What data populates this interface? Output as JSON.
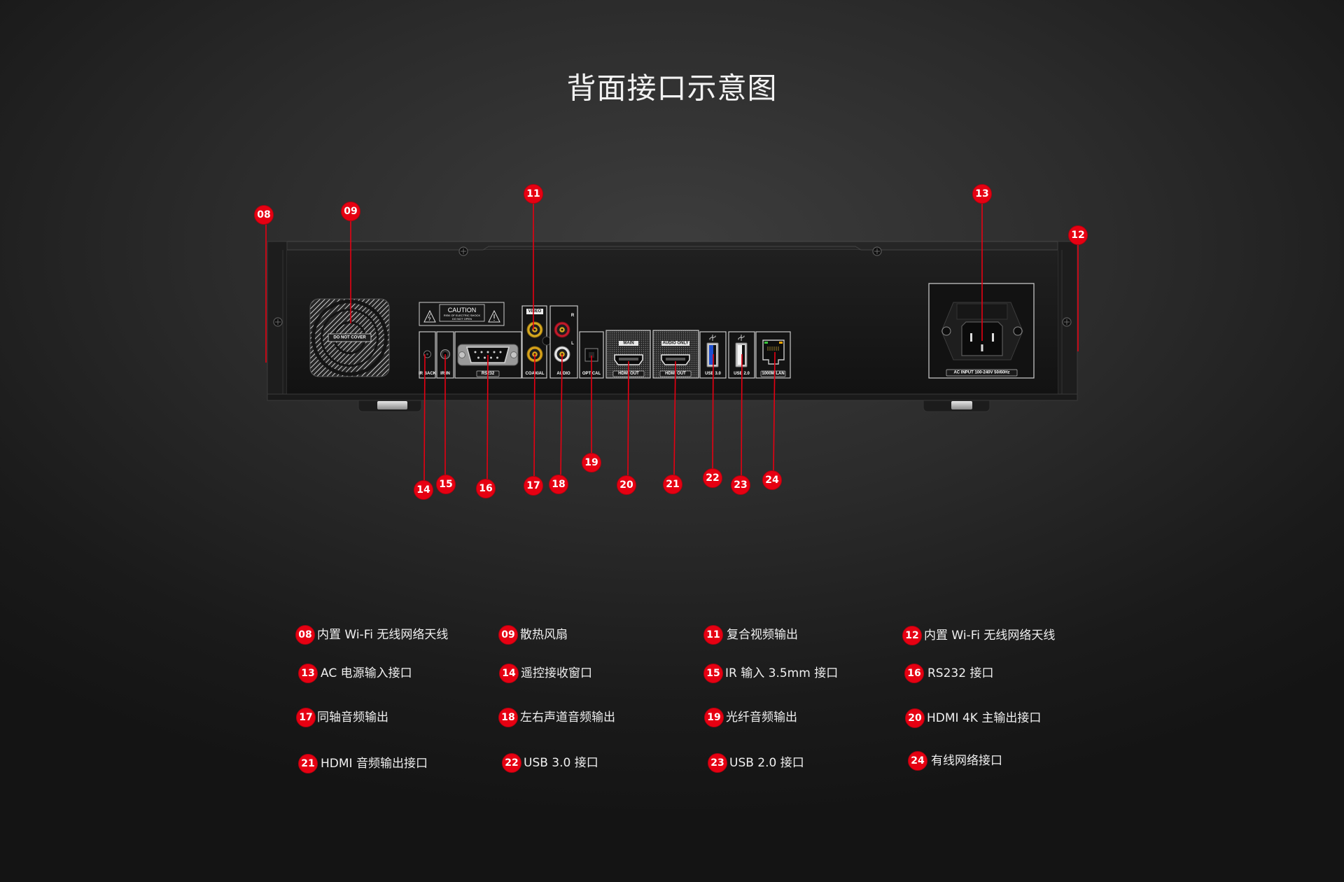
{
  "title": "背面接口示意图",
  "colors": {
    "accent": "#e60012",
    "background": "#2b2b2b",
    "text": "#f2f2f2",
    "video_rca": "#d7a91f",
    "audio_right": "#c21a2a",
    "audio_left": "#e6e6e6",
    "usb3_insert": "#1d4fd0"
  },
  "components": [
    {
      "num": "08",
      "label": "内置 Wi-Fi 无线网络天线"
    },
    {
      "num": "09",
      "label": "散热风扇"
    },
    {
      "num": "11",
      "label": "复合视频输出"
    },
    {
      "num": "12",
      "label": "内置 Wi-Fi 无线网络天线"
    },
    {
      "num": "13",
      "label": "AC 电源输入接口"
    },
    {
      "num": "14",
      "label": "遥控接收窗口"
    },
    {
      "num": "15",
      "label": "IR 输入 3.5mm 接口"
    },
    {
      "num": "16",
      "label": "RS232 接口"
    },
    {
      "num": "17",
      "label": "同轴音频输出"
    },
    {
      "num": "18",
      "label": "左右声道音频输出"
    },
    {
      "num": "19",
      "label": "光纤音频输出"
    },
    {
      "num": "20",
      "label": "HDMI 4K 主输出接口"
    },
    {
      "num": "21",
      "label": "HDMI 音频输出接口"
    },
    {
      "num": "22",
      "label": "USB 3.0 接口"
    },
    {
      "num": "23",
      "label": "USB 2.0 接口"
    },
    {
      "num": "24",
      "label": "有线网络接口"
    }
  ],
  "panel_labels": {
    "caution_title": "CAUTION",
    "caution_line1": "RISK OF ELECTRIC SHOCK",
    "caution_line2": "DO NOT OPEN",
    "fan": "DO NOT COVER",
    "video": "VIDEO",
    "right": "R",
    "left": "L",
    "ir_back": "IR BACK",
    "ir_in": "IR IN",
    "rs232": "RS232",
    "coaxial": "COAXIAL",
    "audio": "AUDIO",
    "optical": "OPTICAL",
    "hdmi_main_top": "MAIN",
    "hdmi_audio_top": "AUDIO ONLY",
    "hdmi_main": "HDMI OUT",
    "hdmi_audio": "HDMI OUT",
    "usb3": "USB 3.0",
    "usb2": "USB 2.0",
    "lan": "1000M LAN",
    "ac_input": "AC INPUT 100-240V 50/60Hz"
  }
}
